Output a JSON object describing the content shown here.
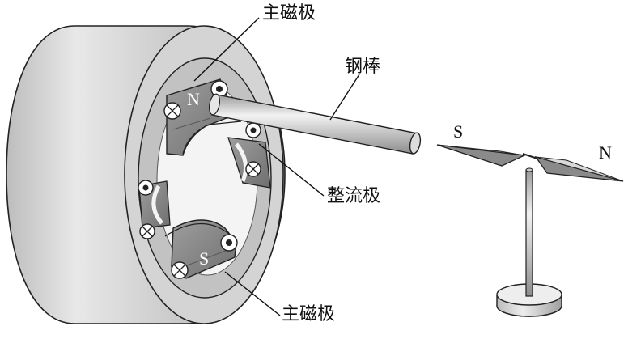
{
  "labels": {
    "main_pole_top": "主磁极",
    "steel_rod": "钢棒",
    "commutating_pole": "整流极",
    "main_pole_bottom": "主磁极",
    "rotor_north": "N",
    "rotor_south": "S",
    "needle_south": "S",
    "needle_north": "N"
  }
}
